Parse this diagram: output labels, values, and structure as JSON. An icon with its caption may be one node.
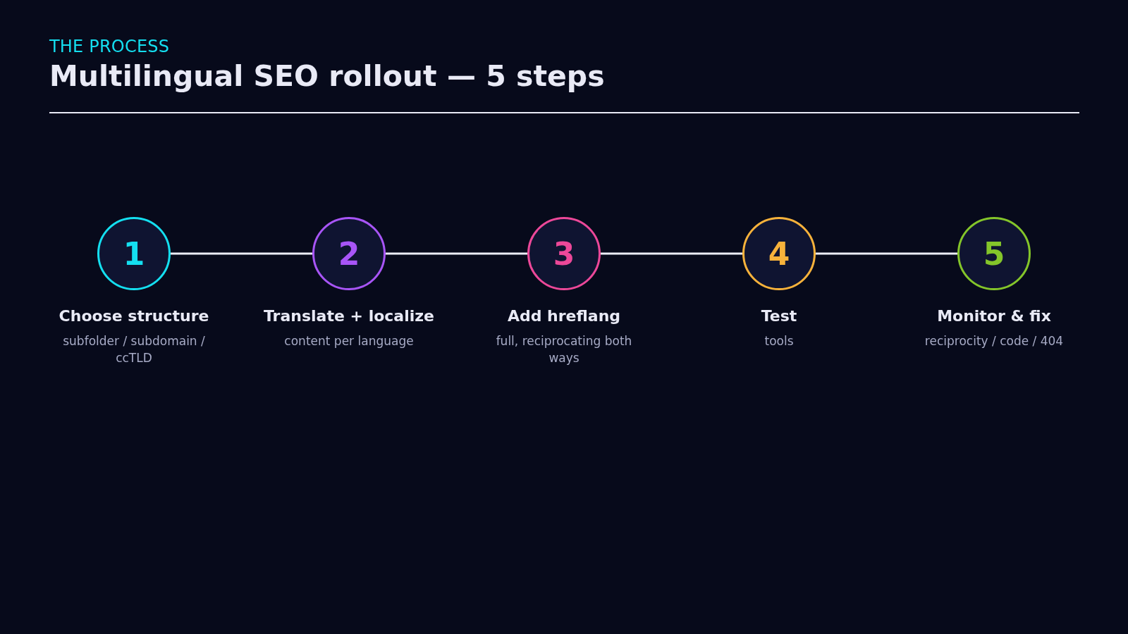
{
  "diagram": {
    "title": "Multilingual SEO rollout — 5 steps",
    "nodes": [
      {
        "text": [
          "1"
        ],
        "beside": [
          "Choose structure",
          "subfolder / subdomain / ccTLD"
        ]
      },
      {
        "text": [
          "2"
        ],
        "beside": [
          "Translate + localize",
          "content per language"
        ]
      },
      {
        "text": [
          "3"
        ],
        "beside": [
          "Add hreflang",
          "full, reciprocating both ways"
        ]
      },
      {
        "text": [
          "4"
        ],
        "beside": [
          "Test",
          "tools"
        ]
      },
      {
        "text": [
          "5"
        ],
        "beside": [
          "Monitor & fix",
          "reciprocity / code / 404"
        ]
      }
    ],
    "edges": [
      {
        "from": 0,
        "to": 1,
        "arrow": "none"
      },
      {
        "from": 1,
        "to": 2,
        "arrow": "none"
      },
      {
        "from": 2,
        "to": 3,
        "arrow": "none"
      },
      {
        "from": 3,
        "to": 4,
        "arrow": "none"
      }
    ],
    "labels": [
      "THE PROCESS"
    ]
  }
}
